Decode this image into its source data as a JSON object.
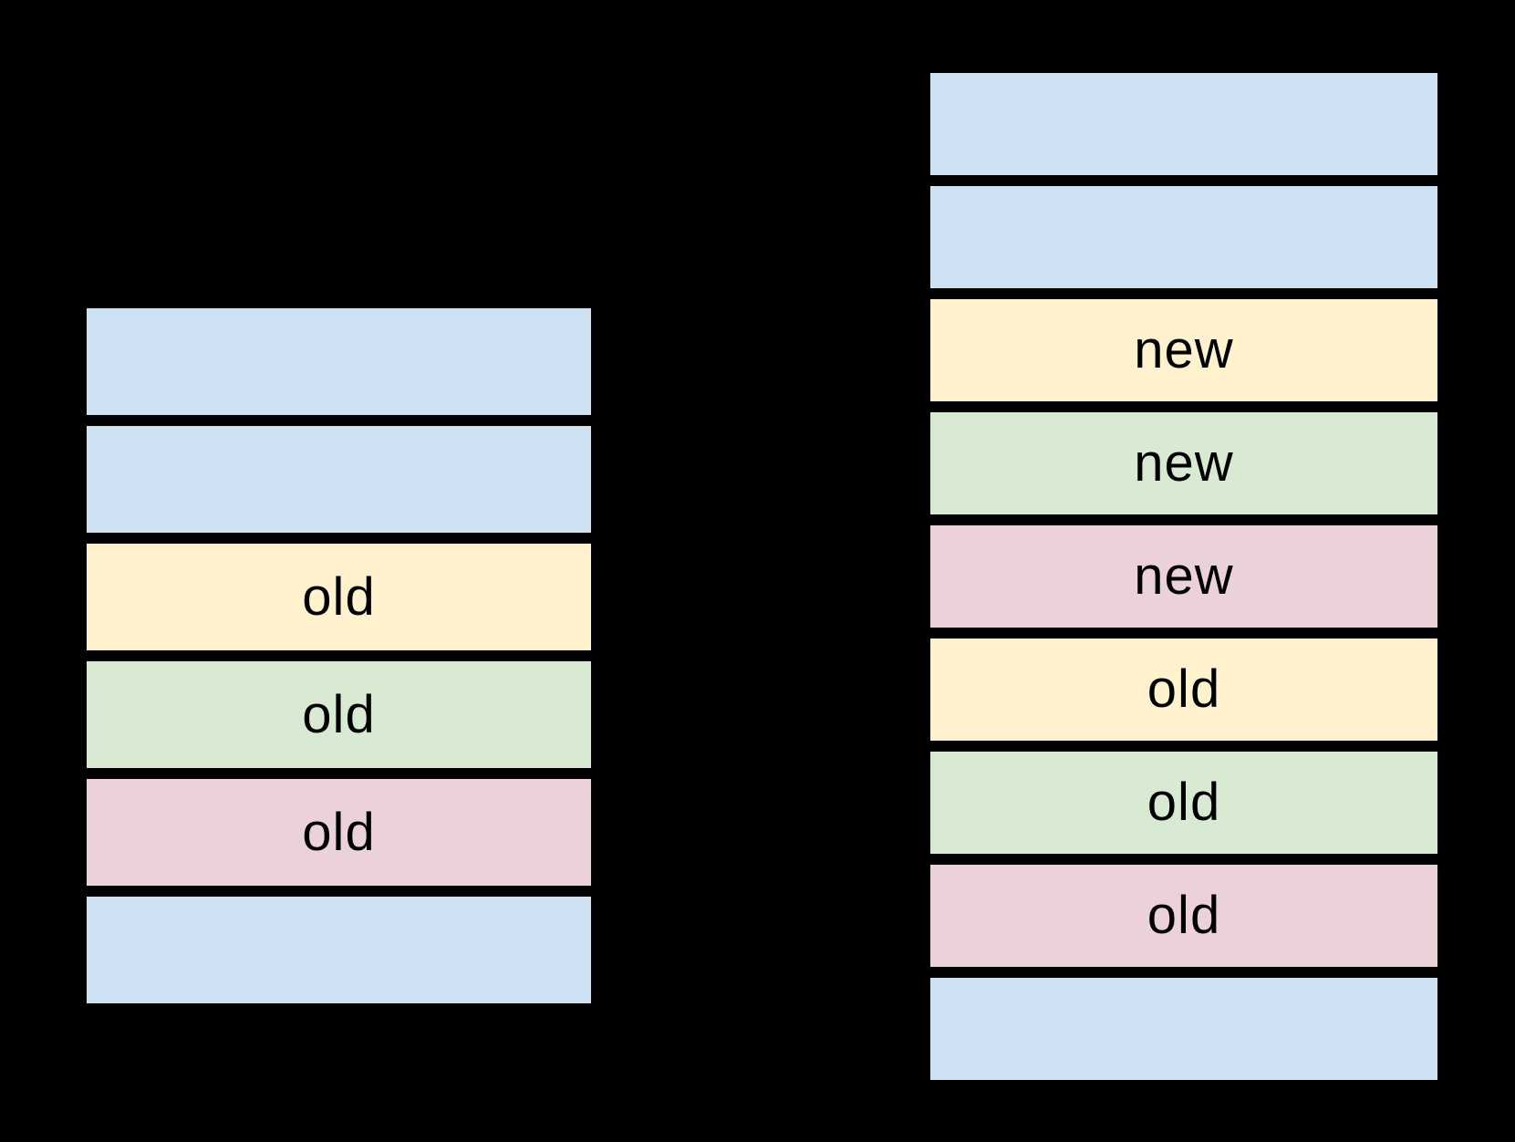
{
  "canvas": {
    "background": "#000000"
  },
  "palette": {
    "blue": "#cfe2f3",
    "yellow": "#fff2cc",
    "green": "#d9ead3",
    "pink": "#ead1dc",
    "row_border": "#000000",
    "label_text": "#000000"
  },
  "left_stack": {
    "rows": [
      {
        "color": "blue",
        "label": ""
      },
      {
        "color": "blue",
        "label": ""
      },
      {
        "color": "yellow",
        "label": "old"
      },
      {
        "color": "green",
        "label": "old"
      },
      {
        "color": "pink",
        "label": "old"
      },
      {
        "color": "blue",
        "label": ""
      }
    ]
  },
  "right_stack": {
    "rows": [
      {
        "color": "blue",
        "label": ""
      },
      {
        "color": "blue",
        "label": ""
      },
      {
        "color": "yellow",
        "label": "new"
      },
      {
        "color": "green",
        "label": "new"
      },
      {
        "color": "pink",
        "label": "new"
      },
      {
        "color": "yellow",
        "label": "old"
      },
      {
        "color": "green",
        "label": "old"
      },
      {
        "color": "pink",
        "label": "old"
      },
      {
        "color": "blue",
        "label": ""
      }
    ]
  }
}
